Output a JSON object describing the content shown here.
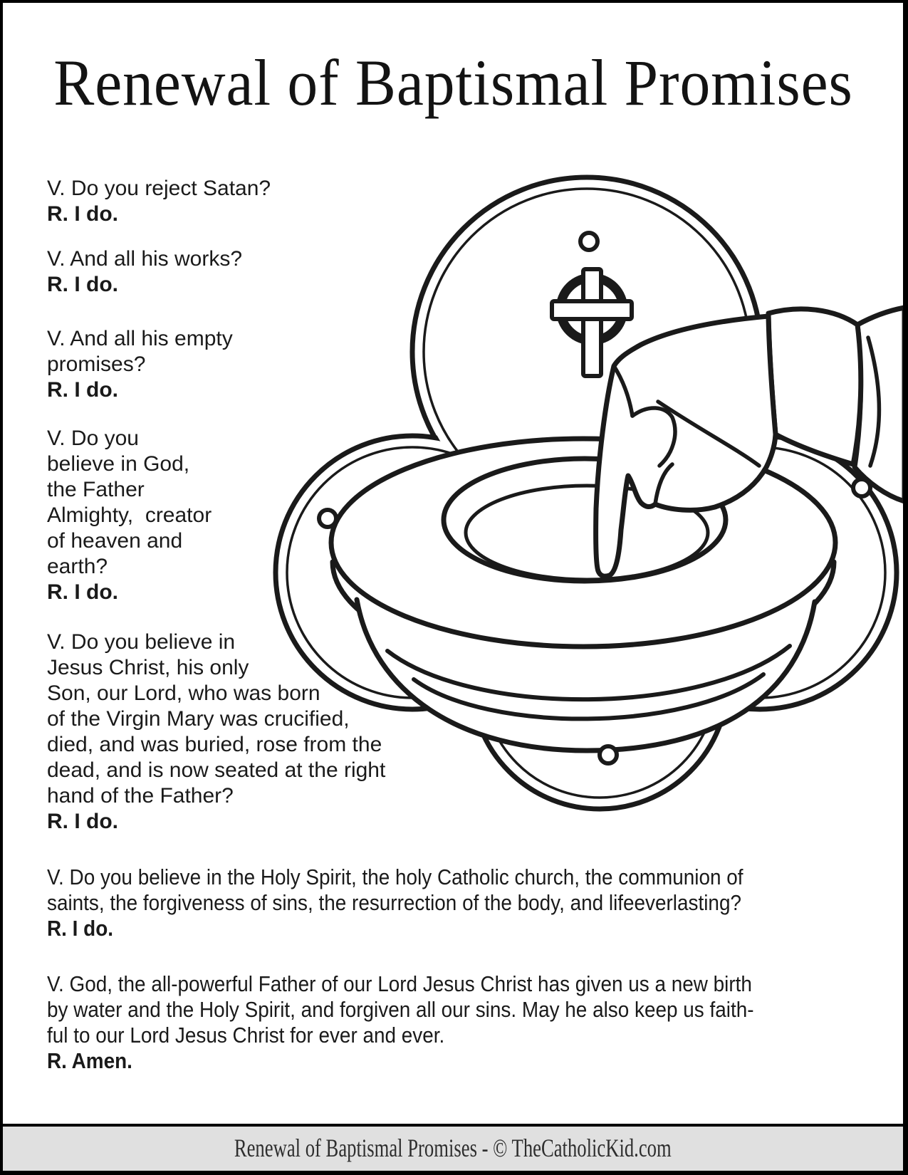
{
  "page": {
    "title": "Renewal of Baptismal Promises",
    "ink_color": "#1a1a1a",
    "footer": {
      "text": "Renewal of Baptismal Promises - © TheCatholicKid.com",
      "background": "#e0e0e0"
    }
  },
  "dialogue": {
    "blocks": [
      {
        "versicle": "V. Do you reject Satan?",
        "response": "R. I do."
      },
      {
        "versicle": "V. And all his works?",
        "response": "R. I do."
      },
      {
        "versicle": "V. And all his empty\npromises?",
        "response": "R. I do."
      },
      {
        "versicle": "V. Do you\nbelieve in God,\nthe Father\nAlmighty,  creator\nof heaven and\nearth?",
        "response": "R. I do."
      },
      {
        "versicle": "V. Do you believe in\nJesus Christ, his only\nSon, our Lord, who was born\nof the Virgin Mary was crucified,\ndied, and was buried, rose from the\ndead, and is now seated at the right\nhand of the Father?",
        "response": "R. I do."
      },
      {
        "versicle": "V. Do you believe in the Holy Spirit, the holy Catholic church, the communion of\nsaints, the forgiveness of sins, the resurrection of the body, and lifeeverlasting?",
        "response": "R. I do."
      },
      {
        "versicle": "V. God, the all-powerful Father of our Lord Jesus Christ has given us a new birth\nby water and the Holy Spirit, and forgiven all our sins. May he also keep us faith-\nful to our Lord Jesus Christ for ever and ever.",
        "response": "R. Amen."
      }
    ]
  },
  "illustration": {
    "description": "Coloring-page line drawing of a hand dipping two fingers into a wall-mounted holy water font with a quatrefoil backplate, Celtic cross and four screw holes"
  }
}
